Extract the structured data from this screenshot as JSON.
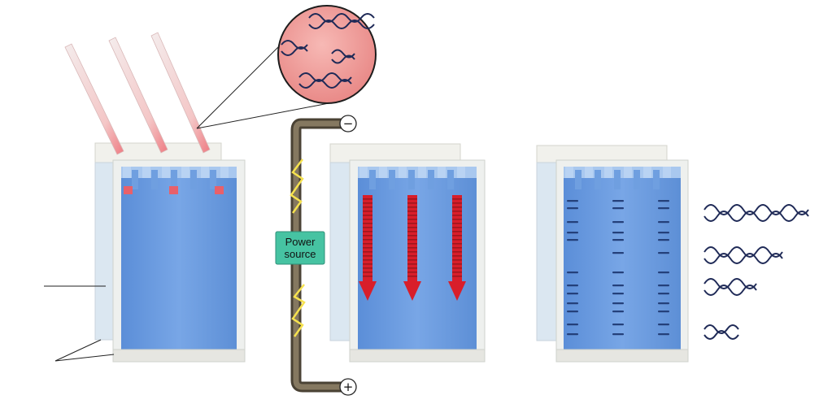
{
  "power_source": {
    "line1": "Power",
    "line2": "source",
    "negative_symbol": "−",
    "positive_symbol": "+"
  },
  "icons": {
    "dna": "dna-double-helix-icon",
    "lightning": "lightning-bolt-icon",
    "pipette": "pipette-icon",
    "arrow": "migration-arrow-icon"
  },
  "colors": {
    "gel": "#6f9fe0",
    "gel_glass": "#eef2f5",
    "sample": "#e8606a",
    "migration_arrow": "#d81e2a",
    "band": "#24407a",
    "power_box": "#3fbf9f",
    "wire": "#6e6351",
    "lightning": "#f3e14a",
    "magnifier_fill": "#f3a5a3",
    "dna_strand": "#1f2a57"
  },
  "fragments_count": 4
}
